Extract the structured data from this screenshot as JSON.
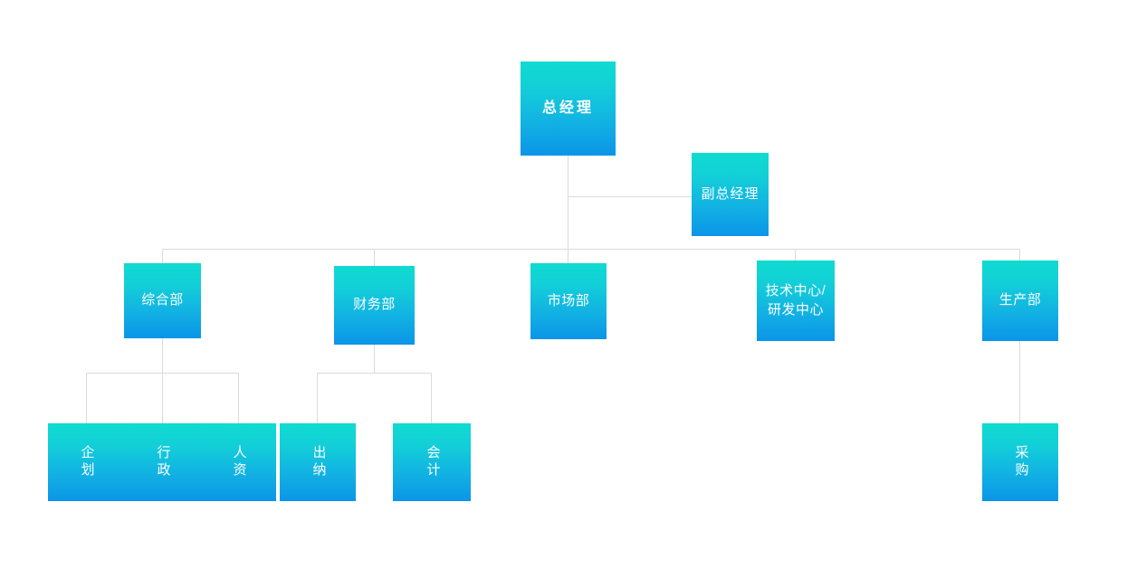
{
  "diagram": {
    "type": "org-chart",
    "title": "",
    "background_color": "#ffffff",
    "node_gradient_top": "#0fdbd0",
    "node_gradient_bottom": "#0b95e8",
    "connector_color": "#d8dadd",
    "text_color": "#ffffff"
  },
  "nodes": {
    "general_manager": {
      "label": "总经理",
      "level": 0
    },
    "deputy_general_manager": {
      "label": "副总经理",
      "level": 1
    },
    "comprehensive_dept": {
      "label": "综合部",
      "level": 2
    },
    "finance_dept": {
      "label": "财务部",
      "level": 2
    },
    "market_dept": {
      "label": "市场部",
      "level": 2
    },
    "tech_center": {
      "label": "技术中心/",
      "label_line2": "研发中心",
      "level": 2
    },
    "production_dept": {
      "label": "生产部",
      "level": 2
    },
    "planning": {
      "label": "企划",
      "level": 3
    },
    "administration": {
      "label": "行政",
      "level": 3
    },
    "human_resources": {
      "label": "人资",
      "level": 3
    },
    "cashier": {
      "label": "出纳",
      "level": 3
    },
    "accounting": {
      "label": "会计",
      "level": 3
    },
    "purchasing": {
      "label": "采购",
      "level": 3
    }
  },
  "hierarchy": {
    "root": "总经理",
    "staff": [
      "副总经理"
    ],
    "divisions": [
      "综合部",
      "财务部",
      "市场部",
      "技术中心/研发中心",
      "生产部"
    ],
    "comprehensive_children": [
      "企划",
      "行政",
      "人资"
    ],
    "finance_children": [
      "出纳",
      "会计"
    ],
    "production_children": [
      "采购"
    ]
  }
}
